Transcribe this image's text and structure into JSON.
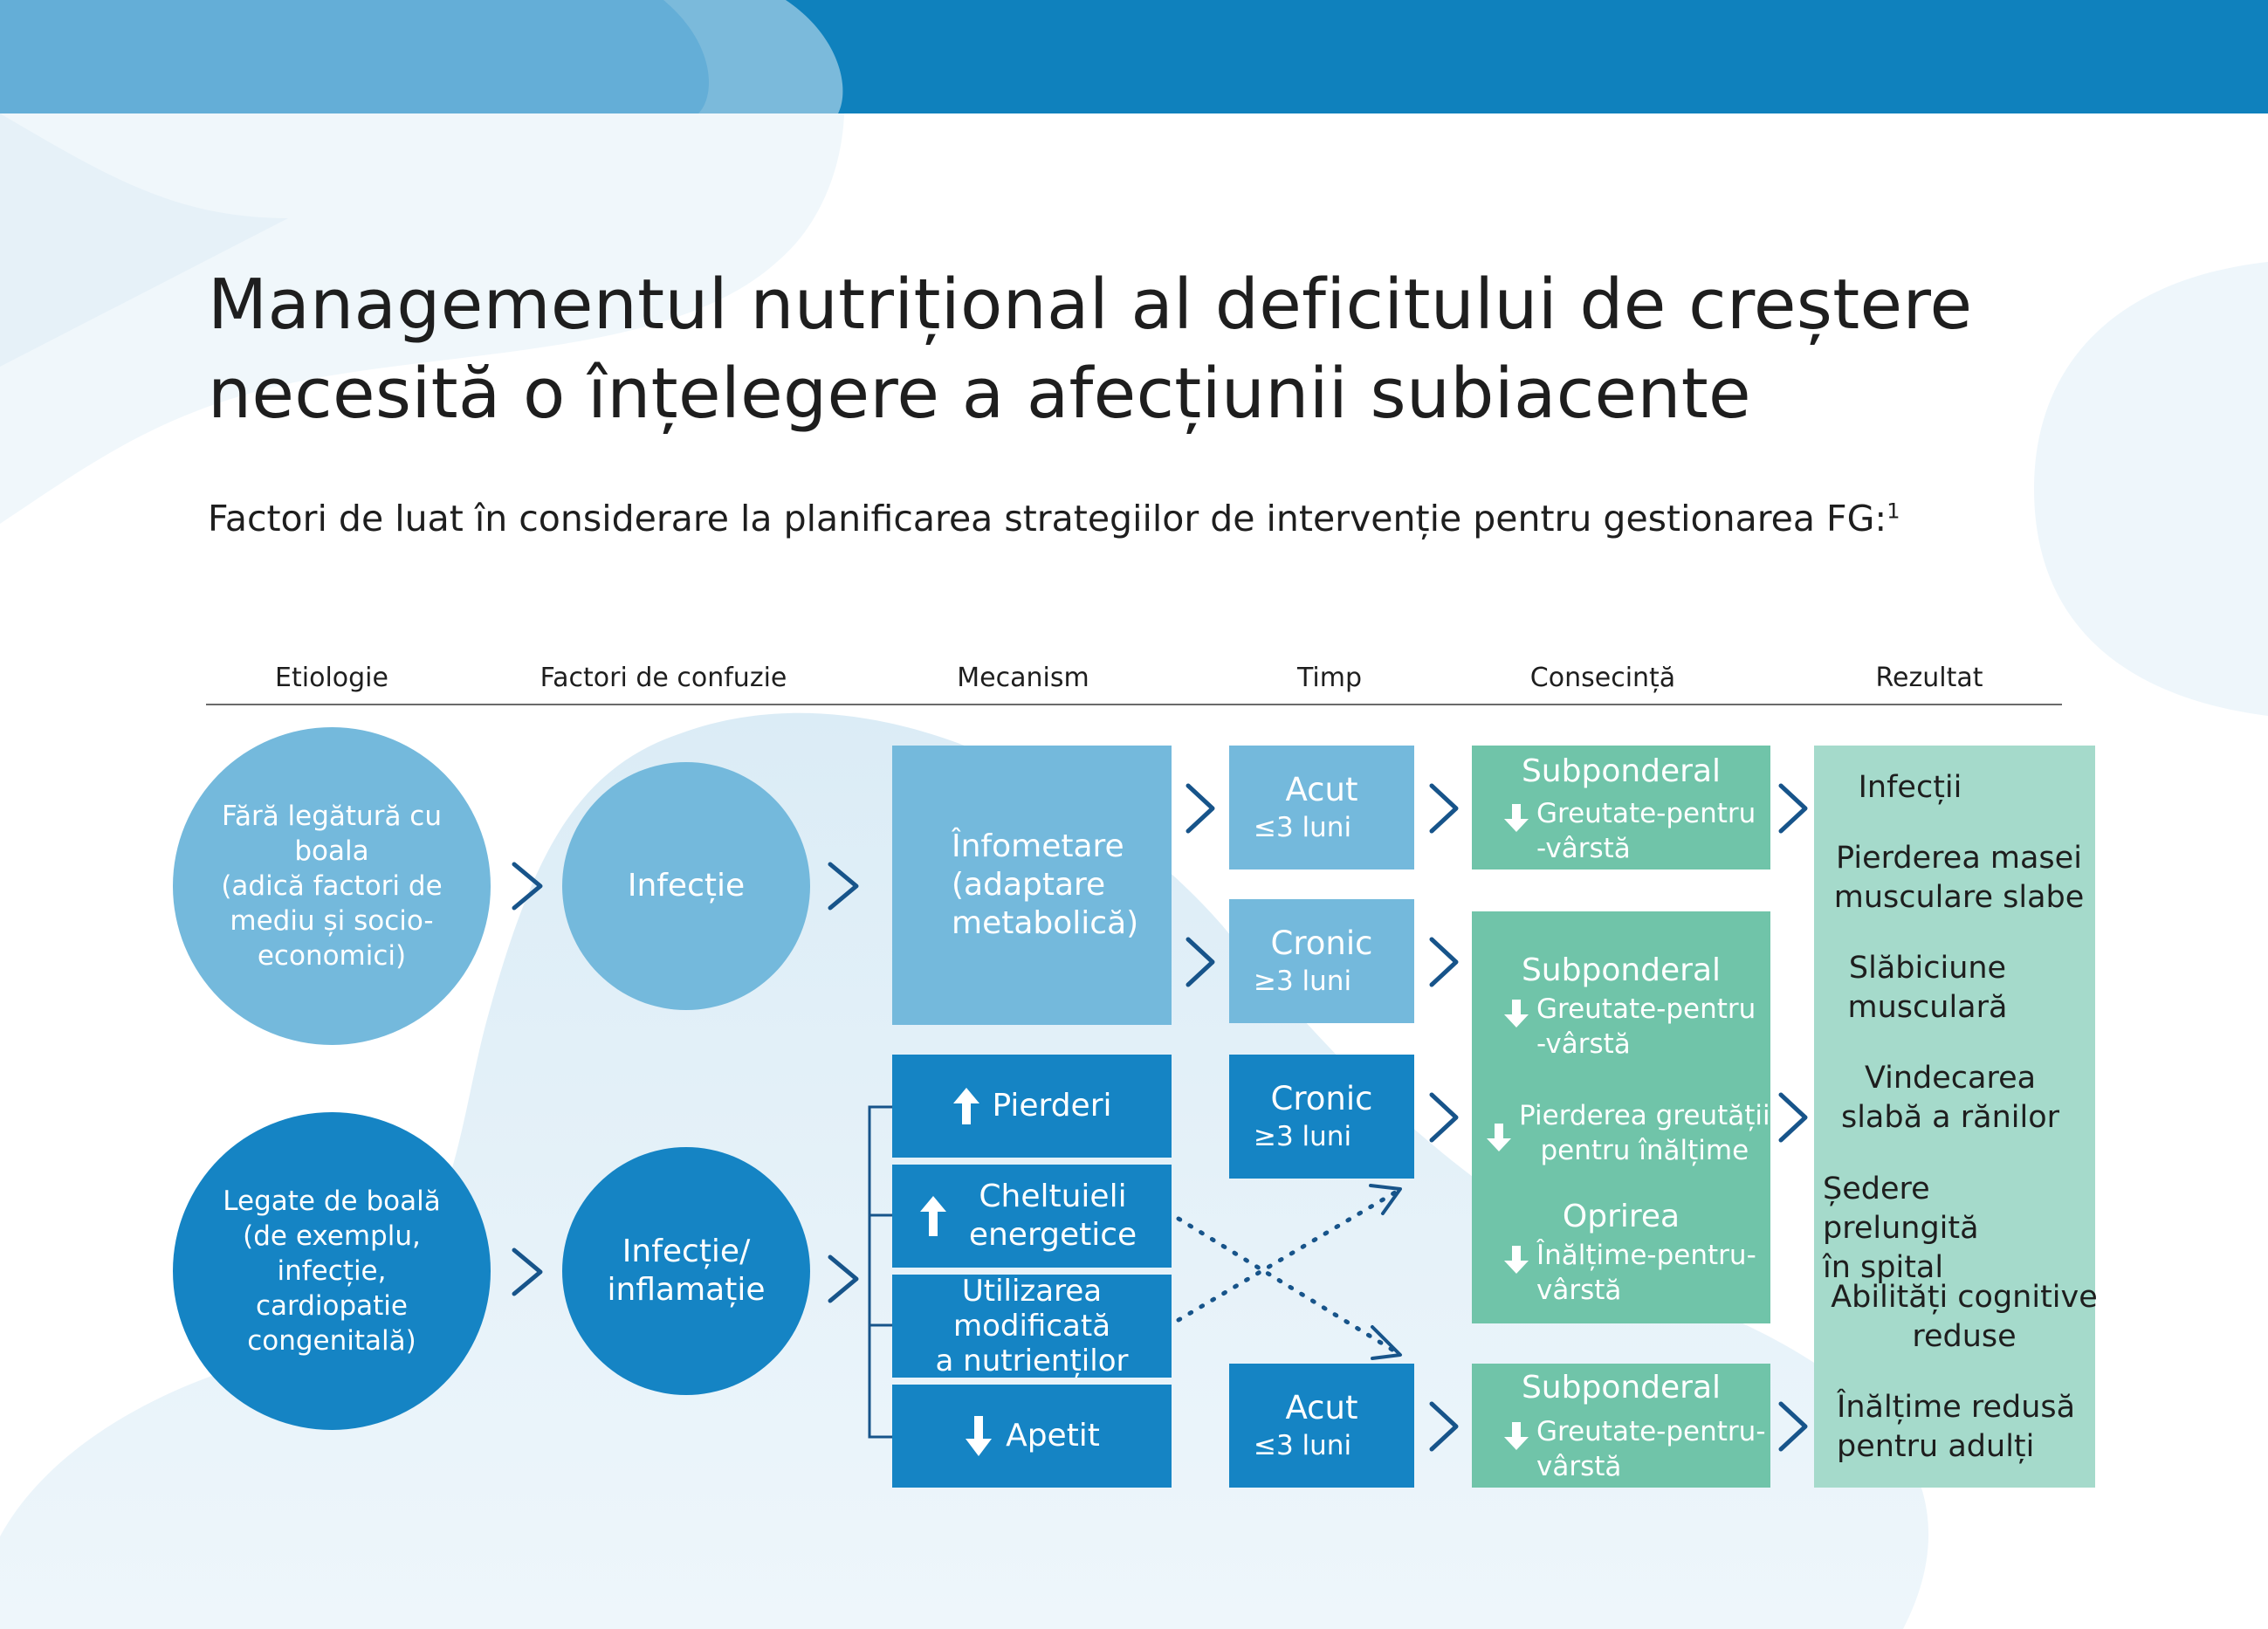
{
  "title": "Managementul nutrițional al deficitului de creștere\nnecesită o înțelegere a afecțiunii subiacente",
  "subtitle": "Factori de luat în considerare la planificarea strategiilor de intervenție pentru gestionarea FG:",
  "subtitle_footnote": "1",
  "headers": [
    "Etiologie",
    "Factori de confuzie",
    "Mecanism",
    "Timp",
    "Consecință",
    "Rezultat"
  ],
  "etiology": {
    "top": "Fără legătură cu\nboala\n(adică factori de\nmediu și socio-\neconomici)",
    "bottom": "Legate de boală\n(de exemplu,\ninfecție,\ncardiopatie\ncongenitală)"
  },
  "confounders": {
    "top": "Infecție",
    "bottom": "Infecție/\ninflamație"
  },
  "mechanism": {
    "starvation": "Înfometare\n(adaptare\nmetabolică)",
    "losses": "Pierderi",
    "energy": "Cheltuieli\nenergetice",
    "nutrients": "Utilizarea\nmodificată\na nutrienților",
    "appetite": "Apetit"
  },
  "time": [
    {
      "label": "Acut",
      "range": "≤3 luni"
    },
    {
      "label": "Cronic",
      "range": "≥3 luni"
    },
    {
      "label": "Cronic",
      "range": "≥3 luni"
    },
    {
      "label": "Acut",
      "range": "≤3 luni"
    }
  ],
  "consequence": {
    "top": {
      "title": "Subponderal",
      "line": "Greutate-pentru\n-vârstă"
    },
    "middle": {
      "title1": "Subponderal",
      "line1": "Greutate-pentru\n-vârstă",
      "line2": "Pierderea greutății\npentru înălțime",
      "title3": "Oprirea",
      "line3": "Înălțime-pentru-\nvârstă"
    },
    "bottom": {
      "title": "Subponderal",
      "line": "Greutate-pentru-\nvârstă"
    }
  },
  "results": [
    "Infecții",
    "Pierderea masei\nmusculare slabe",
    "Slăbiciune\nmusculară",
    "Vindecarea\nslabă a rănilor",
    "Ședere prelungită\nîn spital",
    "Abilități cognitive\nreduse",
    "Înălțime redusă\npentru adulți"
  ],
  "colors": {
    "top_bar": "#0f81bd",
    "light_blue": "#74b9dc",
    "dark_blue": "#1584c4",
    "green": "#70c4a9",
    "mint": "#a5dacb",
    "arrow": "#17548a"
  },
  "icons": [
    "chevron-right-icon",
    "arrow-up-icon",
    "arrow-down-icon",
    "dotted-arrow-icon",
    "bracket-connector"
  ]
}
